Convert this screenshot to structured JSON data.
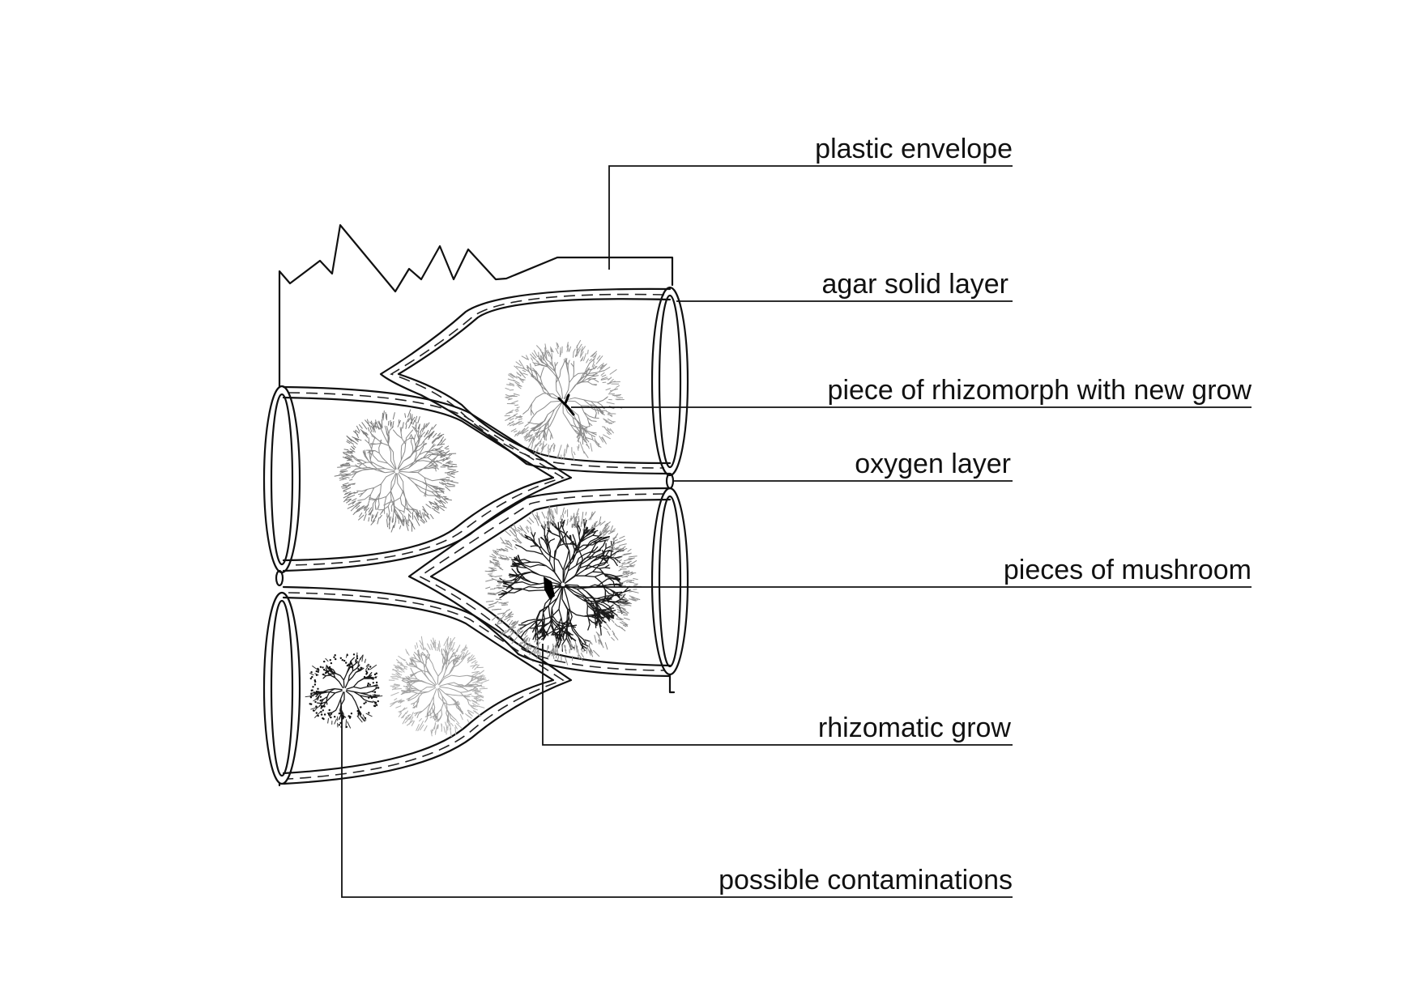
{
  "labels": {
    "plastic_envelope": "plastic envelope",
    "agar_solid_layer": "agar solid layer",
    "rhizomorph_piece": "piece of rhizomorph with new grow",
    "oxygen_layer": "oxygen layer",
    "pieces_of_mushroom": "pieces of mushroom",
    "rhizomatic_grow": "rhizomatic grow",
    "possible_contaminations": "possible contaminations"
  },
  "colors": {
    "line": "#111111",
    "mycelium_light": "#8a8a8a",
    "mycelium_dark": "#1a1a1a",
    "background": "#ffffff"
  }
}
